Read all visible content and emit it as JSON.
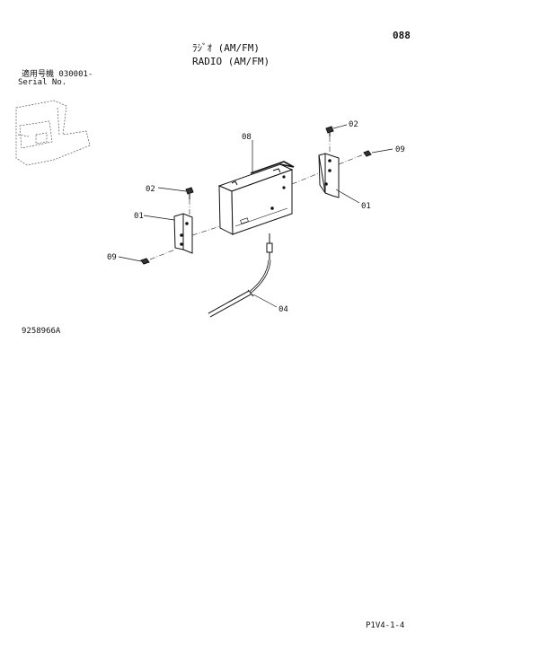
{
  "header": {
    "page_number": "088",
    "title_jp": "ﾗｼﾞｵ (AM/FM)",
    "title_en": "RADIO (AM/FM)",
    "serial_jp": "適用号機 030001-",
    "serial_en": "Serial No."
  },
  "callouts": {
    "bracket_left": "01",
    "bracket_right": "01",
    "bolt_left": "02",
    "bolt_right": "02",
    "antenna": "04",
    "radio": "08",
    "screw_left": "09",
    "screw_right": "09"
  },
  "figure_id": "9258966A",
  "footer": "P1V4-1-4"
}
